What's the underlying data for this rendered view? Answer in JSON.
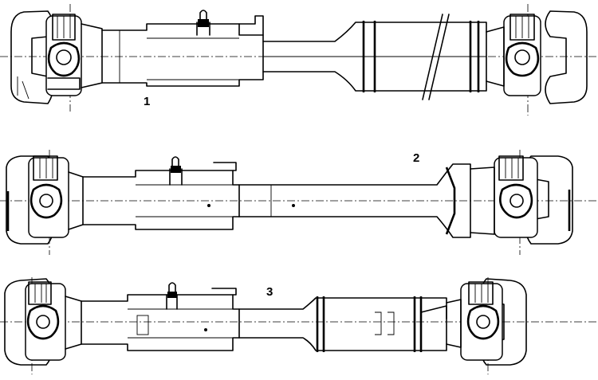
{
  "figure": {
    "labels": [
      {
        "id": "shaft-1",
        "text": "1"
      },
      {
        "id": "shaft-2",
        "text": "2"
      },
      {
        "id": "shaft-3",
        "text": "3"
      }
    ]
  }
}
